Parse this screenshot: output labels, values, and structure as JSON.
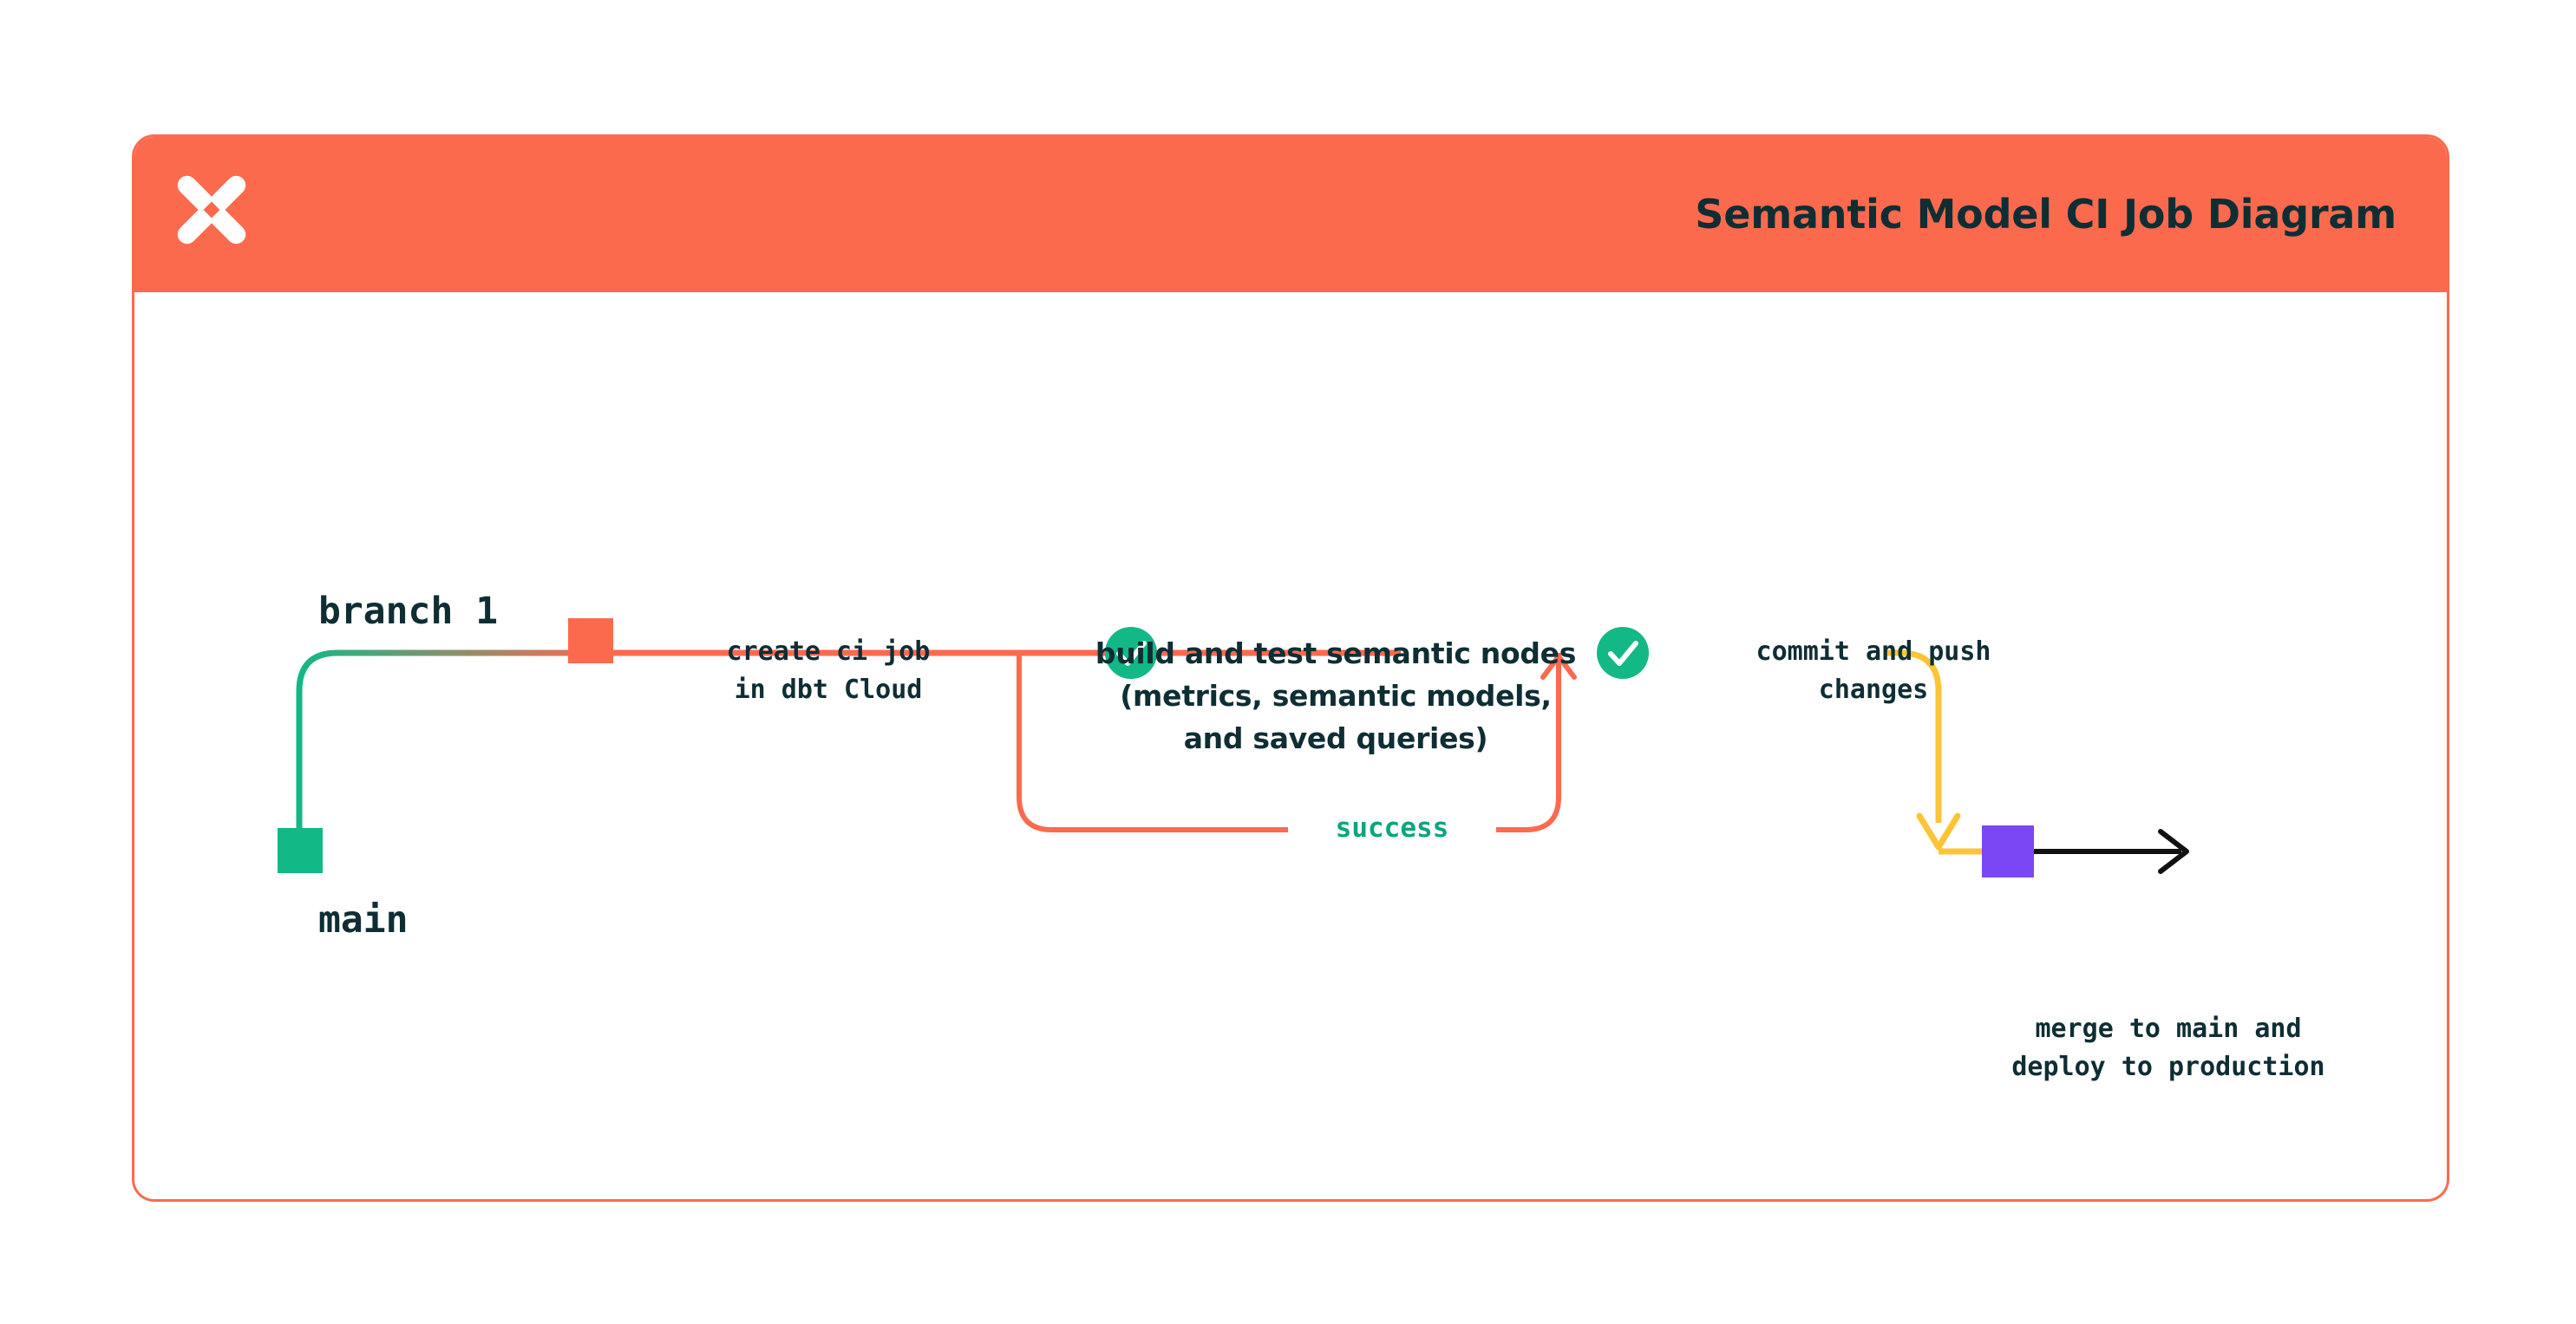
{
  "card": {
    "title": "Semantic Model CI Job Diagram",
    "logo_icon": "dbt-x-logo-icon"
  },
  "colors": {
    "coral": "#FC6A4E",
    "teal": "#12B886",
    "green_check": "#12B886",
    "yellow": "#FDC435",
    "purple": "#7B47F5",
    "navy_text": "#0E2E34",
    "success_green": "#09A67E",
    "arrow_black": "#111111",
    "card_bg": "#FFFFFF"
  },
  "lanes": [
    {
      "id": "branch-1",
      "label": "branch 1",
      "color": "#FC6A4E"
    },
    {
      "id": "main",
      "label": "main",
      "color": "#12B886"
    }
  ],
  "nodes": [
    {
      "id": "create-ci-job",
      "marker": "square",
      "marker_color": "#FC6A4E",
      "lane": "branch-1",
      "caption": "create ci job\nin dbt Cloud"
    },
    {
      "id": "build-and-test",
      "marker": "check-circle",
      "marker_color": "#12B886",
      "lane": "branch-1",
      "caption": "build and test semantic nodes\n(metrics, semantic models,\nand saved queries)"
    },
    {
      "id": "commit-and-push",
      "marker": "check-circle",
      "marker_color": "#12B886",
      "lane": "branch-1",
      "caption": "commit and push\nchanges"
    },
    {
      "id": "merge-to-main",
      "marker": "square",
      "marker_color": "#7B47F5",
      "lane": "main",
      "caption": "merge to main and\ndeploy to production"
    }
  ],
  "edges": [
    {
      "id": "branch-off",
      "from": "main",
      "to": "branch-1",
      "style": "rounded-riser",
      "color_from": "#12B886",
      "color_to": "#FC6A4E"
    },
    {
      "id": "retry-loop",
      "label": "success",
      "label_color": "#09A67E",
      "color": "#FC6A4E",
      "style": "rounded-loop-with-arrowhead"
    },
    {
      "id": "merge-down",
      "from": "branch-1",
      "to": "main",
      "style": "rounded-descender-arrow",
      "color": "#FDC435"
    },
    {
      "id": "continue-main",
      "from": "merge-to-main",
      "to": "end",
      "style": "straight-arrow",
      "color": "#111111"
    }
  ],
  "labels": {
    "success": "success"
  }
}
